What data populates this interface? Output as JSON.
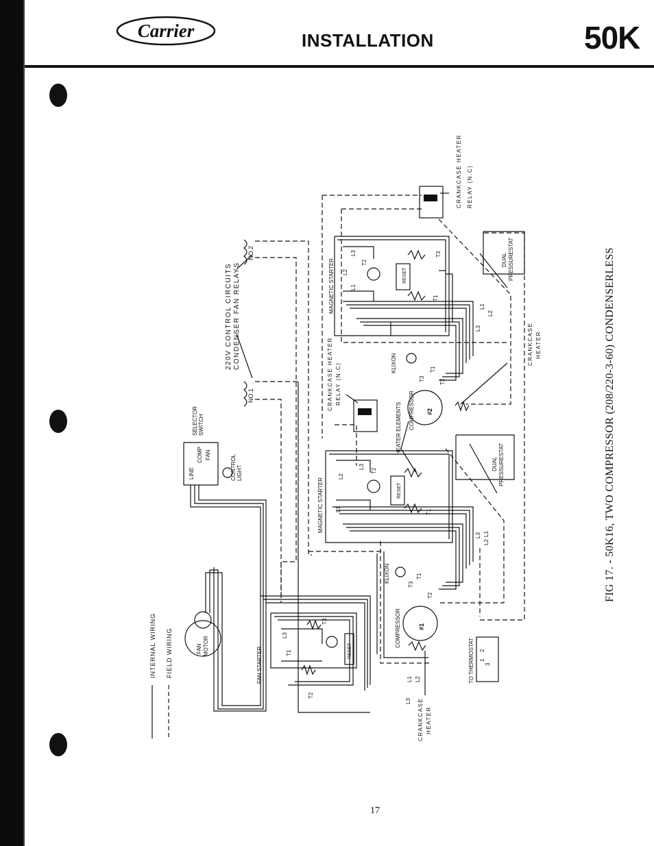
{
  "header": {
    "logo": "Carrier",
    "title": "INSTALLATION",
    "model": "50K"
  },
  "diagram": {
    "legend": {
      "internal": "INTERNAL WIRING",
      "field": "FIELD WIRING"
    },
    "labels": {
      "control_circuits_1": "220V CONTROL CIRCUITS",
      "control_circuits_2": "CONDENSER FAN RELAYS",
      "no2": "NO.2",
      "no1": "NO.1",
      "selector_1": "SELECTOR",
      "selector_2": "SWITCH",
      "sel_line": "LINE",
      "sel_comp": "COMP",
      "sel_fan": "FAN",
      "control_light_1": "CONTROL",
      "control_light_2": "LIGHT",
      "fan_motor_1": "FAN",
      "fan_motor_2": "MOTOR",
      "fan_starter": "FAN STARTER",
      "magnetic_starter": "MAGNETIC STARTER",
      "reset": "RESET",
      "klixon": "KLIXON",
      "compressor": "COMPRESSOR",
      "comp1_num": "#1",
      "comp2_num": "#2",
      "crankcase_heater_1": "CRANKCASE",
      "crankcase_heater_2": "HEATER",
      "cch_relay_1": "CRANKCASE HEATER",
      "cch_relay_2": "RELAY (N.C)",
      "heater_elements": "HEATER ELEMENTS",
      "dual_1": "DUAL",
      "dual_2": "PRESSURESTAT",
      "thermostat": "TO THERMOSTAT",
      "l1": "L1",
      "l2": "L2",
      "l3": "L3",
      "t1": "T1",
      "t2": "T2",
      "t3": "T3",
      "t_1": "1",
      "t_2": "2",
      "t_3": "3"
    }
  },
  "caption": "FIG 17. - 50K16, TWO COMPRESSOR (208/220-3-60) CONDENSERLESS",
  "page_number": "17"
}
